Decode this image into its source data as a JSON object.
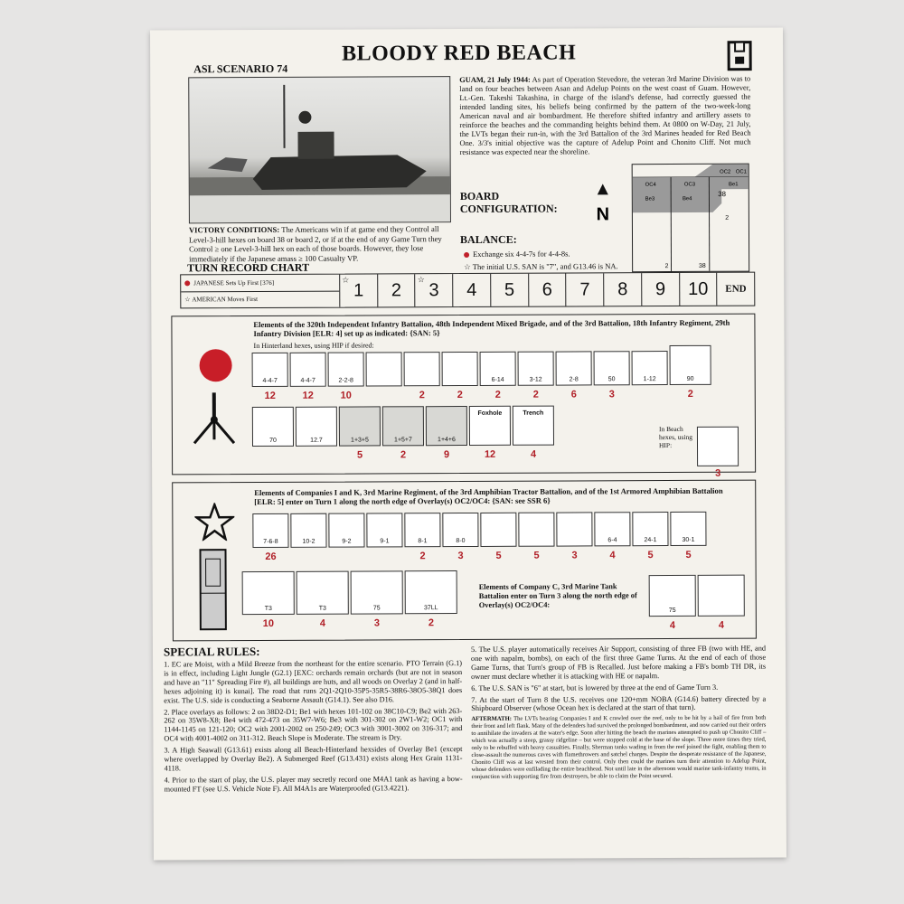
{
  "header": {
    "title": "BLOODY RED BEACH",
    "scenario": "ASL SCENARIO 74"
  },
  "intro": {
    "lead": "GUAM, 21 July 1944:",
    "text": "As part of Operation Stevedore, the veteran 3rd Marine Division was to land on four beaches between Asan and Adelup Points on the west coast of Guam. However, Lt.-Gen. Takeshi Takashina, in charge of the island's defense, had correctly guessed the intended landing sites, his beliefs being confirmed by the pattern of the two-week-long American naval and air bombardment. He therefore shifted infantry and artillery assets to reinforce the beaches and the commanding heights behind them. At 0800 on W-Day, 21 July, the LVTs began their run-in, with the 3rd Battalion of the 3rd Marines headed for Red Beach One. 3/3's initial objective was the capture of Adelup Point and Chonito Cliff. Not much resistance was expected near the shoreline."
  },
  "victory": {
    "lead": "VICTORY CONDITIONS:",
    "text": "The Americans win if at game end they Control all Level-3-hill hexes on board 38 or board 2, or if at the end of any Game Turn they Control ≥ one Level-3-hill hex on each of those boards. However, they lose immediately if the Japanese amass ≥ 100 Casualty VP."
  },
  "board": {
    "label_1": "BOARD",
    "label_2": "CONFIGURATION:",
    "north": "N",
    "overlays": [
      "OC2",
      "OC1",
      "OC4",
      "OC3",
      "Be1",
      "Be3",
      "Be4"
    ],
    "hex_labels": [
      "38",
      "2",
      "2",
      "38"
    ]
  },
  "balance": {
    "heading": "BALANCE:",
    "japanese": "Exchange six 4-4-7s for 4-4-8s.",
    "american": "The initial U.S. SAN is \"7\", and G13.46 is NA."
  },
  "turn_record": {
    "heading": "TURN RECORD CHART",
    "japanese_label": "JAPANESE Sets Up First [376]",
    "american_label": "AMERICAN Moves First",
    "turns": [
      "1",
      "2",
      "3",
      "4",
      "5",
      "6",
      "7",
      "8",
      "9",
      "10"
    ],
    "end_label": "END"
  },
  "japanese": {
    "title": "Elements of the 320th Independent Infantry Battalion, 48th Independent Mixed Brigade, and of the 3rd Battalion, 18th Infantry Regiment, 29th Infantry Division [ELR: 4] set up as indicated: {SAN: 5}",
    "hip_note": "In Hinterland hexes, using HIP if desired:",
    "row1": [
      "4-4-7",
      "4-4-7",
      "2-2-8",
      "",
      "",
      "",
      "6-14",
      "3-12",
      "2-8",
      "50",
      "1-12",
      "90"
    ],
    "row1_qty": [
      "12",
      "12",
      "10",
      "2",
      "2",
      "2",
      "2",
      "6",
      "3",
      "2"
    ],
    "row2": [
      "70",
      "12.7",
      "1+3+5",
      "1+5+7",
      "1+4+6",
      "Foxhole",
      "Trench"
    ],
    "row2_qty": [
      "5",
      "2",
      "9",
      "12",
      "4"
    ],
    "beach_note": "In Beach hexes, using HIP:",
    "beach_qty": "3"
  },
  "american": {
    "title": "Elements of Companies I and K, 3rd Marine Regiment, of the 3rd Amphibian Tractor Battalion, and of the 1st Armored Amphibian Battalion [ELR: 5] enter on Turn 1 along the north edge of Overlay(s) OC2/OC4: {SAN: see SSR 6}",
    "row1": [
      "7-6-8",
      "10-2",
      "9-2",
      "9-1",
      "8-1",
      "8-0",
      "",
      "",
      "",
      "6-4",
      "24-1",
      "30-1"
    ],
    "row1_qty": [
      "26",
      "2",
      "3",
      "5",
      "5",
      "3",
      "4",
      "5",
      "5"
    ],
    "row2": [
      "T3",
      "T3",
      "75",
      "37LL"
    ],
    "row2_qty": [
      "10",
      "4",
      "3",
      "2"
    ],
    "tank_note": "Elements of Company C, 3rd Marine Tank Battalion enter on Turn 3 along the north edge of Overlay(s) OC2/OC4:",
    "tank_units": [
      "75",
      ""
    ],
    "tank_qty": [
      "4",
      "4"
    ]
  },
  "special_rules": {
    "heading": "SPECIAL RULES:",
    "rules_left": [
      "1. EC are Moist, with a Mild Breeze from the northeast for the entire scenario. PTO Terrain (G.1) is in effect, including Light Jungle (G2.1) [EXC: orchards remain orchards (but are not in season and have an \"11\" Spreading Fire #), all buildings are huts, and all woods on Overlay 2 (and in half-hexes adjoining it) is kunai]. The road that runs 2Q1-2Q10-35P5-35R5-38R6-38O5-38Q1 does exist. The U.S. side is conducting a Seaborne Assault (G14.1). See also D16.",
      "2. Place overlays as follows: 2 on 38D2-D1; Be1 with hexes 101-102 on 38C10-C9; Be2 with 263-262 on 35W8-X8; Be4 with 472-473 on 35W7-W6; Be3 with 301-302 on 2W1-W2; OC1 with 1144-1145 on 121-120; OC2 with 2001-2002 on 250-249; OC3 with 3001-3002 on 316-317; and OC4 with 4001-4002 on 311-312. Beach Slope is Moderate. The stream is Dry.",
      "3. A High Seawall (G13.61) exists along all Beach-Hinterland hexsides of Overlay Be1 (except where overlapped by Overlay Be2). A Submerged Reef (G13.431) exists along Hex Grain 1131-4118.",
      "4. Prior to the start of play, the U.S. player may secretly record one M4A1 tank as having a bow-mounted FT (see U.S. Vehicle Note F). All M4A1s are Waterproofed (G13.4221)."
    ],
    "rules_right": [
      "5. The U.S. player automatically receives Air Support, consisting of three FB (two with HE, and one with napalm, bombs), on each of the first three Game Turns. At the end of each of those Game Turns, that Turn's group of FB is Recalled. Just before making a FB's bomb TH DR, its owner must declare whether it is attacking with HE or napalm.",
      "6. The U.S. SAN is \"6\" at start, but is lowered by three at the end of Game Turn 3.",
      "7. At the start of Turn 8 the U.S. receives one 120+mm NOBA (G14.6) battery directed by a Shipboard Observer (whose Ocean hex is declared at the start of that turn)."
    ],
    "aftermath_lead": "AFTERMATH:",
    "aftermath": "The LVTs bearing Companies I and K crawled over the reef, only to be hit by a hail of fire from both their front and left flank. Many of the defenders had survived the prolonged bombardment, and now carried out their orders to annihilate the invaders at the water's edge. Soon after hitting the beach the marines attempted to push up Chonito Cliff – which was actually a steep, grassy ridgeline – but were stopped cold at the base of the slope. Three more times they tried, only to be rebuffed with heavy casualties. Finally, Sherman tanks wading in from the reef joined the fight, enabling them to close-assault the numerous caves with flamethrowers and satchel charges. Despite the desperate resistance of the Japanese, Chonito Cliff was at last wrested from their control. Only then could the marines turn their attention to Adelup Point, whose defenders were enfilading the entire beachhead. Not until late in the afternoon would marine tank-infantry teams, in conjunction with supporting fire from destroyers, be able to claim the Point secured."
  },
  "colors": {
    "japanese_red": "#c81e28",
    "paper": "#f4f2ec",
    "board_gray": "#9a9a9a"
  }
}
